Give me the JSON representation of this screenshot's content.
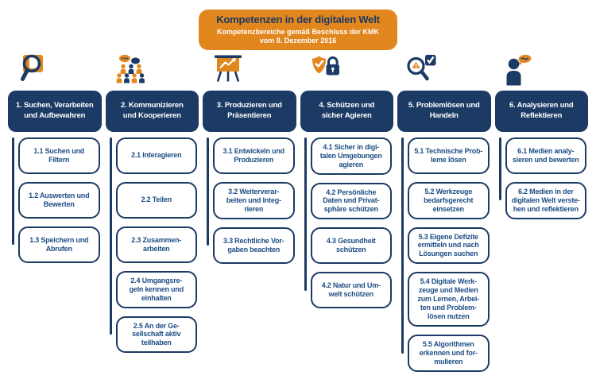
{
  "title": {
    "main": "Kompetenzen in der digitalen Welt",
    "subtitle": "Kompetenzbereiche gemäß Beschluss der KMK\nvom 8. Dezember 2016"
  },
  "colors": {
    "navy": "#1b3a64",
    "orange": "#e2861e",
    "item_text": "#1d4e85",
    "background": "#ffffff"
  },
  "columns": [
    {
      "icon": "search-document-icon",
      "header": "1. Suchen, Verarbeiten\nund Aufbewahren",
      "items": [
        "1.1 Suchen und\nFiltern",
        "1.2 Auswerten und\nBewerten",
        "1.3 Speichern und\nAbrufen"
      ]
    },
    {
      "icon": "people-communication-icon",
      "header": "2. Kommunizieren\nund Kooperieren",
      "items": [
        "2.1 Interagieren",
        "2.2 Teilen",
        "2.3 Zusammen-\narbeiten",
        "2.4 Umgangsre-\ngeln kennen und\neinhalten",
        "2.5 An der Ge-\nsellschaft aktiv\nteilhaben"
      ]
    },
    {
      "icon": "presentation-chart-icon",
      "header": "3. Produzieren und\nPräsentieren",
      "items": [
        "3.1 Entwickeln und\nProduzieren",
        "3.2 Weiterverar-\nbeiten und Integ-\nrieren",
        "3.3 Rechtliche Vor-\ngaben beachten"
      ]
    },
    {
      "icon": "shield-lock-icon",
      "header": "4. Schützen und\nsicher Agieren",
      "items": [
        "4.1 Sicher in digi-\ntalen Umgebungen\nagieren",
        "4.2 Persönliche\nDaten und Privat-\nsphäre schützen",
        "4.3 Gesundheit\nschützen",
        "4.2 Natur und Um-\nwelt schützen"
      ]
    },
    {
      "icon": "search-problem-check-icon",
      "header": "5. Problemlösen und\nHandeln",
      "items": [
        "5.1 Technische Prob-\nleme lösen",
        "5.2 Werkzeuge\nbedarfsgerecht\neinsetzen",
        "5.3 Eigene Defizite\nermitteln und nach\nLösungen suchen",
        "5.4 Digitale Werk-\nzeuge und Medien\nzum Lernen, Arbei-\nten und Problem-\nlösen nutzen",
        "5.5 Algorithmen\nerkennen und for-\nmulieren"
      ]
    },
    {
      "icon": "person-reflection-icon",
      "header": "6. Analysieren und\nReflektieren",
      "items": [
        "6.1 Medien analy-\nsieren und bewerten",
        "6.2 Medien in der\ndigitalen Welt verste-\nhen und reflektieren"
      ]
    }
  ]
}
